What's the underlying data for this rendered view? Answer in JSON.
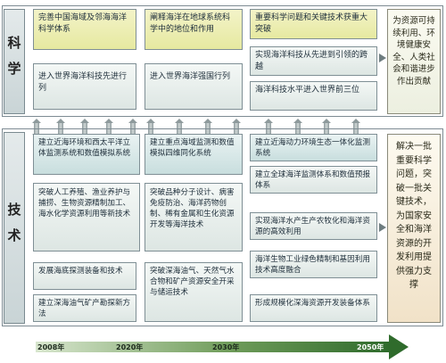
{
  "sections": {
    "science_label": "科学",
    "tech_label": "技术"
  },
  "science": {
    "col1": [
      "完善中国海域及邻海海洋科学体系",
      "进入世界海洋科技先进行列"
    ],
    "col2": [
      "阐释海洋在地球系统科学中的地位和作用",
      "进入世界海洋强国行列"
    ],
    "col3": [
      "重要科学问题和关键技术获重大突破",
      "实现海洋科技从先进到引领的跨越",
      "海洋科技水平进入世界前三位"
    ],
    "result": "为资源可持续利用、环境健康安全、人类社会和谐进步作出贡献"
  },
  "tech": {
    "col1": [
      "建立近海环境和西太平洋立体监测系统和数值模拟系统",
      "突破人工养殖、渔业养护与捕捞、生物资源精制加工、海水化学资源利用等新技术",
      "发展海底探测装备和技术",
      "建立深海油气矿产勘探新方法"
    ],
    "col2": [
      "建立重点海域监测和数值模拟四维同化系统",
      "突破品种分子设计、病害免疫防治、海洋药物创制、稀有金属和生化资源开发等海洋技术",
      "突破深海油气、天然气水合物和矿产资源安全开采与储运技术"
    ],
    "col3": [
      "建立近海动力环境生态一体化监测系统",
      "建立全球海洋监测体系和数值预报体系",
      "实现海洋水产生产农牧化和海洋资源的高效利用",
      "海洋生物工业绿色精制和基因利用技术高度融合",
      "形成规模化深海资源开发装备体系"
    ],
    "result": "解决一批重要科学问题，突破一批关键技术，为国家安全和海洋资源的开发利用提供强力支撑"
  },
  "timeline": {
    "ticks": [
      "2008年",
      "2020年",
      "2030年",
      "2050年"
    ]
  }
}
